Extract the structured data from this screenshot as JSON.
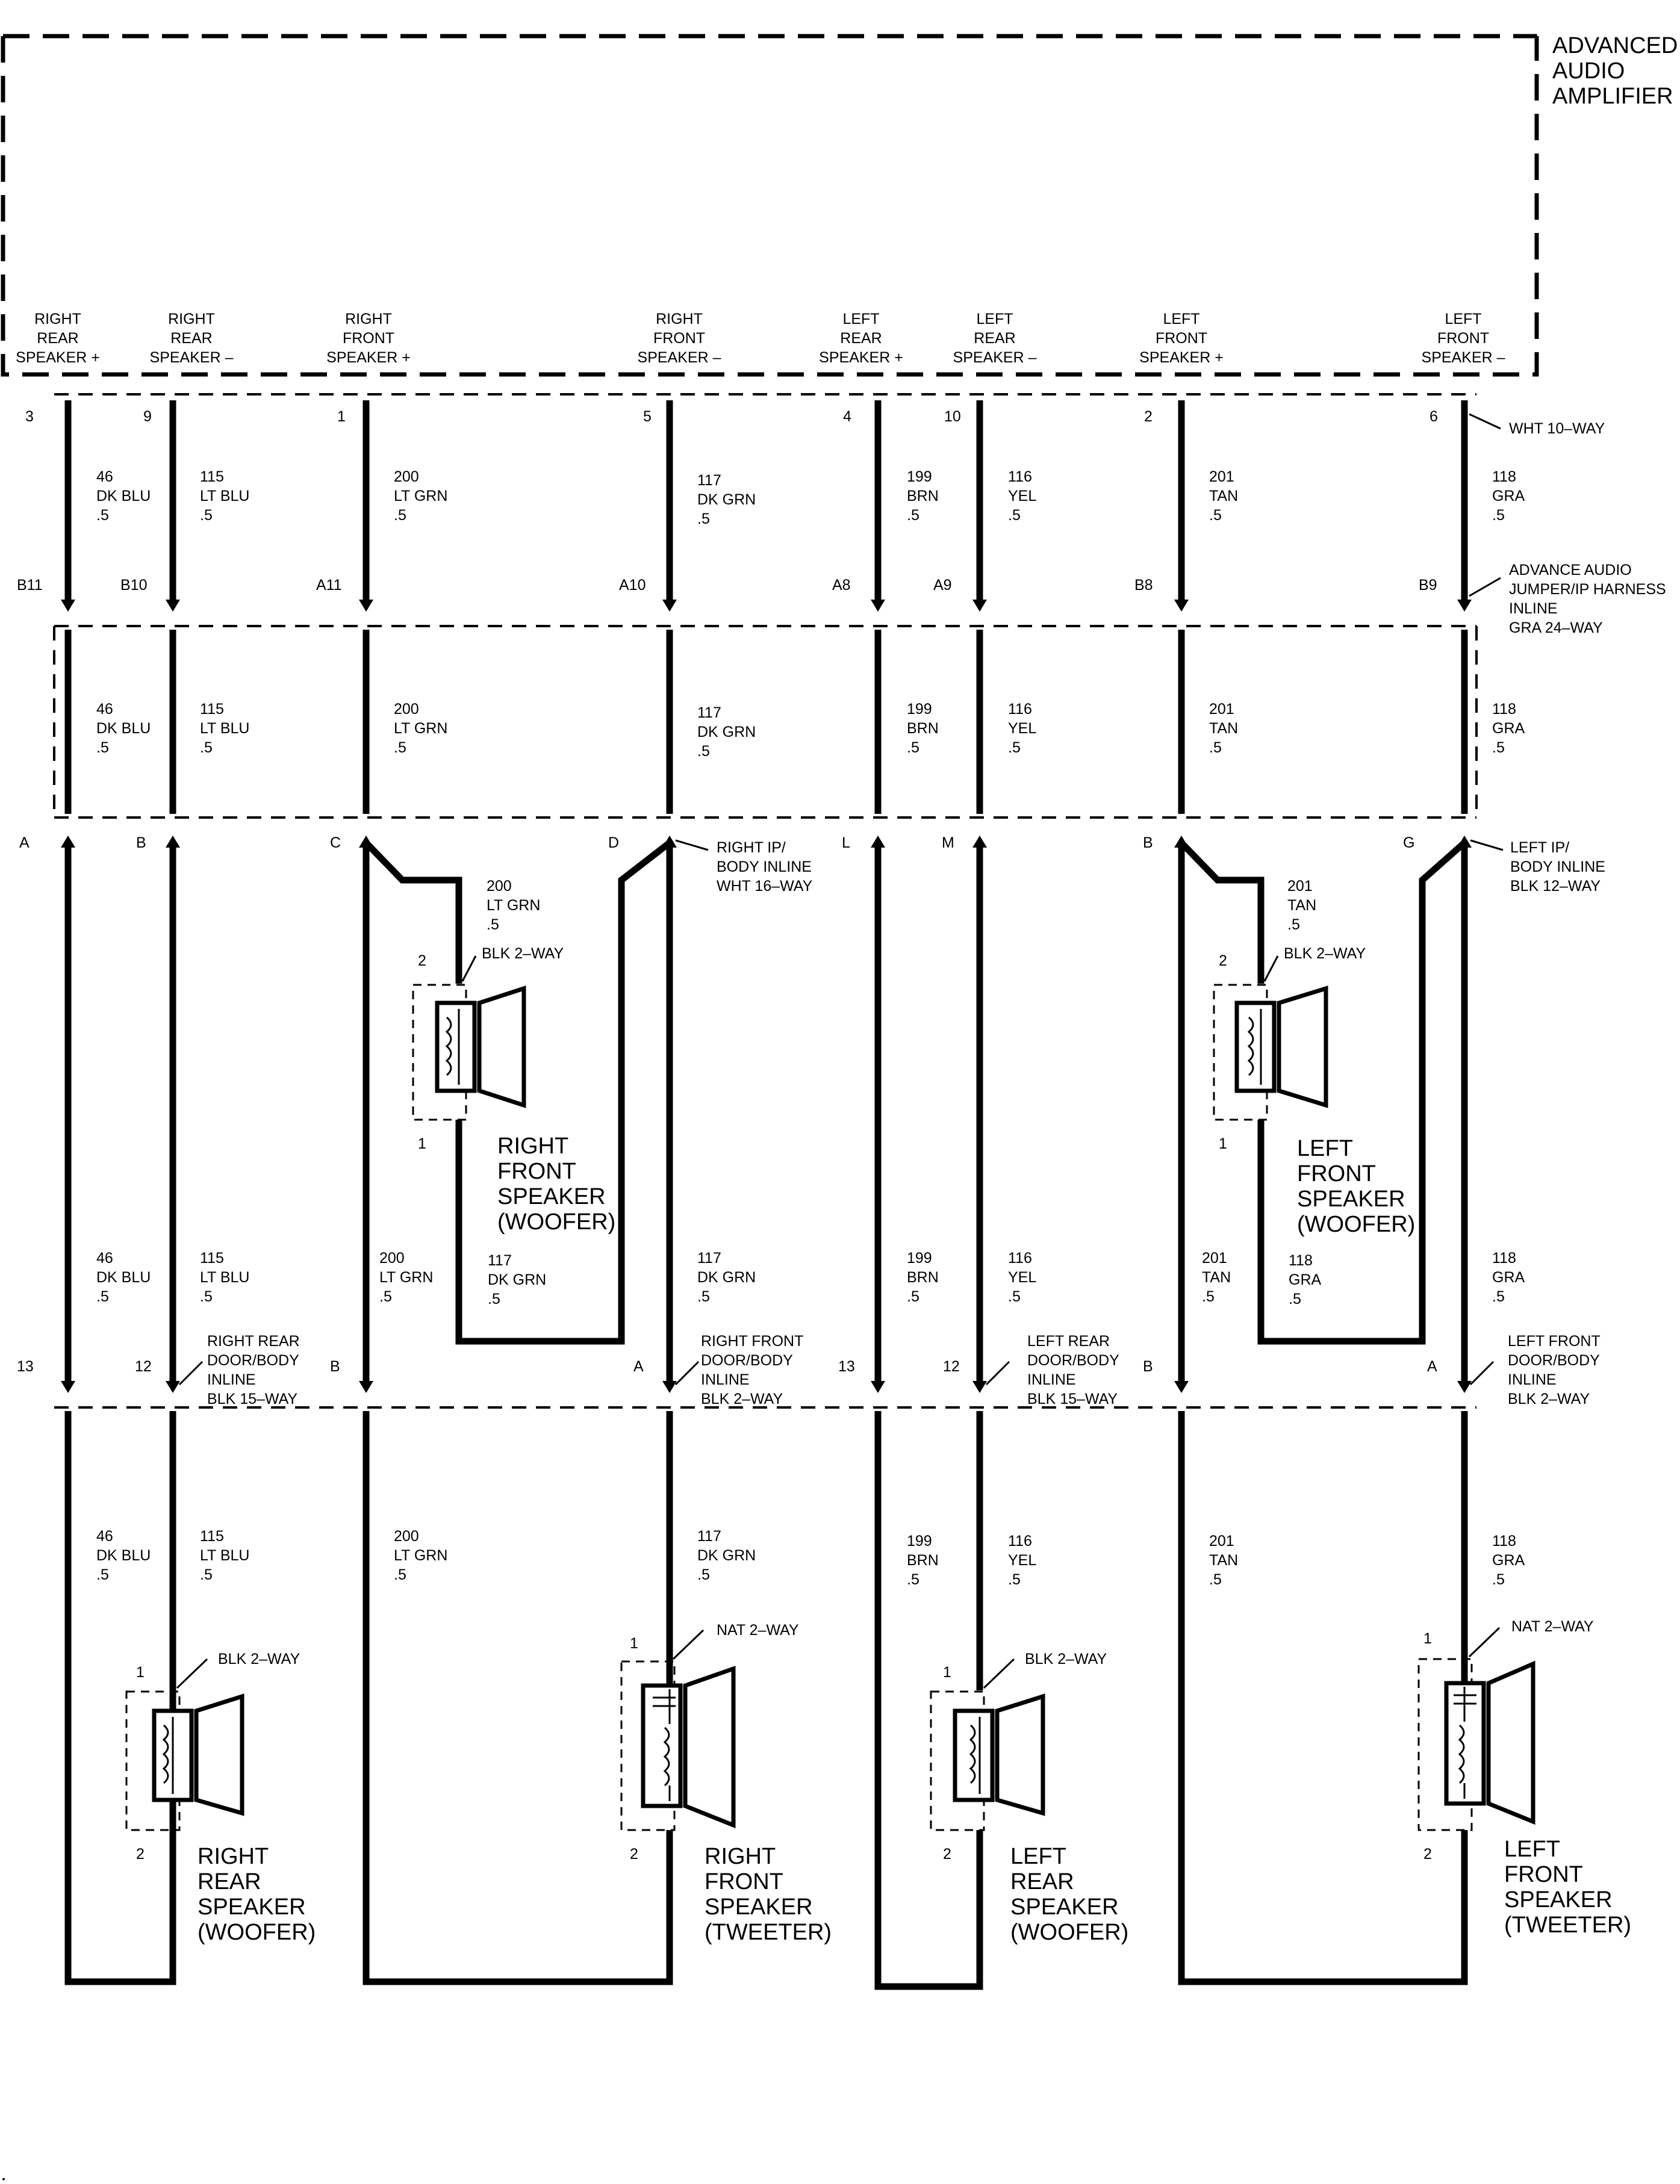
{
  "amplifier": {
    "title_lines": [
      "ADVANCED",
      "AUDIO",
      "AMPLIFIER"
    ]
  },
  "amp_terminals": [
    {
      "lines": [
        "RIGHT",
        "REAR",
        "SPEAKER +"
      ]
    },
    {
      "lines": [
        "RIGHT",
        "REAR",
        "SPEAKER –"
      ]
    },
    {
      "lines": [
        "RIGHT",
        "FRONT",
        "SPEAKER +"
      ]
    },
    {
      "lines": [
        "RIGHT",
        "FRONT",
        "SPEAKER –"
      ]
    },
    {
      "lines": [
        "LEFT",
        "REAR",
        "SPEAKER +"
      ]
    },
    {
      "lines": [
        "LEFT",
        "REAR",
        "SPEAKER –"
      ]
    },
    {
      "lines": [
        "LEFT",
        "FRONT",
        "SPEAKER +"
      ]
    },
    {
      "lines": [
        "LEFT",
        "FRONT",
        "SPEAKER –"
      ]
    }
  ],
  "circuits": [
    {
      "pin": "3",
      "jumper_pin": "B11",
      "ip_pin": "A",
      "door_pin": "13",
      "wire": [
        "46",
        "DK BLU",
        ".5"
      ]
    },
    {
      "pin": "9",
      "jumper_pin": "B10",
      "ip_pin": "B",
      "door_pin": "12",
      "wire": [
        "115",
        "LT BLU",
        ".5"
      ]
    },
    {
      "pin": "1",
      "jumper_pin": "A11",
      "ip_pin": "C",
      "door_pin": "B",
      "wire": [
        "200",
        "LT GRN",
        ".5"
      ]
    },
    {
      "pin": "5",
      "jumper_pin": "A10",
      "ip_pin": "D",
      "door_pin": "A",
      "wire": [
        "117",
        "DK GRN",
        ".5"
      ]
    },
    {
      "pin": "4",
      "jumper_pin": "A8",
      "ip_pin": "L",
      "door_pin": "13",
      "wire": [
        "199",
        "BRN",
        ".5"
      ]
    },
    {
      "pin": "10",
      "jumper_pin": "A9",
      "ip_pin": "M",
      "door_pin": "12",
      "wire": [
        "116",
        "YEL",
        ".5"
      ]
    },
    {
      "pin": "2",
      "jumper_pin": "B8",
      "ip_pin": "B",
      "door_pin": "B",
      "wire": [
        "201",
        "TAN",
        ".5"
      ]
    },
    {
      "pin": "6",
      "jumper_pin": "B9",
      "ip_pin": "G",
      "door_pin": "A",
      "wire": [
        "118",
        "GRA",
        ".5"
      ]
    }
  ],
  "connectors": {
    "amp_connector": "WHT 10–WAY",
    "jumper": [
      "ADVANCE AUDIO",
      "JUMPER/IP HARNESS",
      "INLINE",
      "GRA 24–WAY"
    ],
    "right_ip_body": [
      "RIGHT IP/",
      "BODY INLINE",
      "WHT 16–WAY"
    ],
    "left_ip_body": [
      "LEFT IP/",
      "BODY INLINE",
      "BLK 12–WAY"
    ],
    "right_rear_door": [
      "RIGHT REAR",
      "DOOR/BODY",
      "INLINE",
      "BLK 15–WAY"
    ],
    "right_front_door": [
      "RIGHT FRONT",
      "DOOR/BODY",
      "INLINE",
      "BLK 2–WAY"
    ],
    "left_rear_door": [
      "LEFT REAR",
      "DOOR/BODY",
      "INLINE",
      "BLK 15–WAY"
    ],
    "left_front_door": [
      "LEFT FRONT",
      "DOOR/BODY",
      "INLINE",
      "BLK 2–WAY"
    ]
  },
  "speakers": [
    {
      "id": "rf-woofer",
      "name": [
        "RIGHT",
        "FRONT",
        "SPEAKER",
        "(WOOFER)"
      ],
      "connector": "BLK 2–WAY",
      "pins": [
        "2",
        "1"
      ],
      "feed_wire": [
        "200",
        "LT GRN",
        ".5"
      ],
      "return_wire": [
        "117",
        "DK GRN",
        ".5"
      ]
    },
    {
      "id": "lf-woofer",
      "name": [
        "LEFT",
        "FRONT",
        "SPEAKER",
        "(WOOFER)"
      ],
      "connector": "BLK 2–WAY",
      "pins": [
        "2",
        "1"
      ],
      "feed_wire": [
        "201",
        "TAN",
        ".5"
      ],
      "return_wire": [
        "118",
        "GRA",
        ".5"
      ]
    },
    {
      "id": "rr-woofer",
      "name": [
        "RIGHT",
        "REAR",
        "SPEAKER",
        "(WOOFER)"
      ],
      "connector": "BLK 2–WAY",
      "pins": [
        "1",
        "2"
      ]
    },
    {
      "id": "rf-tweeter",
      "name": [
        "RIGHT",
        "FRONT",
        "SPEAKER",
        "(TWEETER)"
      ],
      "connector": "NAT 2–WAY",
      "pins": [
        "1",
        "2"
      ]
    },
    {
      "id": "lr-woofer",
      "name": [
        "LEFT",
        "REAR",
        "SPEAKER",
        "(WOOFER)"
      ],
      "connector": "BLK 2–WAY",
      "pins": [
        "1",
        "2"
      ]
    },
    {
      "id": "lf-tweeter",
      "name": [
        "LEFT",
        "FRONT",
        "SPEAKER",
        "(TWEETER)"
      ],
      "connector": "NAT 2–WAY",
      "pins": [
        "1",
        "2"
      ]
    }
  ]
}
